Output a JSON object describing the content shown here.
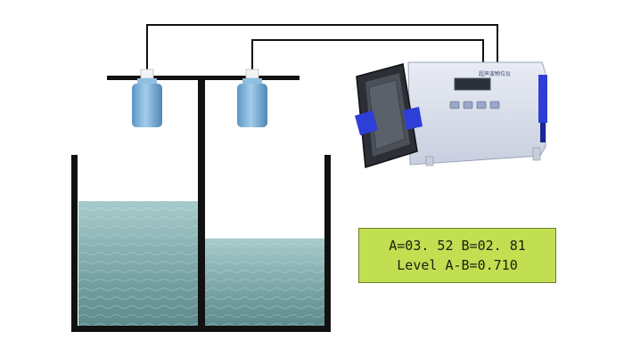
{
  "readout": {
    "line1": "A=03. 52 B=02. 81",
    "line2": "Level A-B=0.710"
  },
  "device": {
    "label": "超声波物位仪"
  },
  "colors": {
    "frame": "#111111",
    "water_top": "#9fc3c4",
    "water_bottom": "#5f8c8f",
    "lcd": "#c2df52",
    "sensor": "#7db3d8",
    "device_body": "#dde2ee",
    "device_lid": "#2c2f36",
    "device_strap": "#2d3fd6"
  },
  "icons": [
    "sensor-a-icon",
    "sensor-b-icon",
    "controller-icon"
  ]
}
